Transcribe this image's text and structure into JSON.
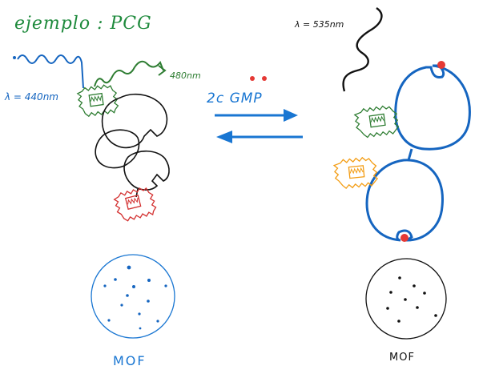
{
  "title": "ejemplo : PCG",
  "left_panel": {
    "excitation_label": "λ = 440nm",
    "emission_label": "480nm",
    "donor_color": "#2e7d32",
    "acceptor_color": "#d32f2f",
    "excitation_color": "#1565c0"
  },
  "arrows": {
    "label": "2c GMP",
    "color": "#1976d2",
    "dot_color": "#e53935"
  },
  "right_panel": {
    "emission_label": "λ = 535nm",
    "protein_color": "#1565c0",
    "green_fluorophore_color": "#2e7d32",
    "orange_fluorophore_color": "#f39c12",
    "ligand_color": "#e53935"
  },
  "mof_left": {
    "label": "MOF",
    "color": "#1976d2",
    "dot_color": "#1565c0"
  },
  "mof_right": {
    "label": "MOF",
    "color": "#000000",
    "dot_color": "#000000"
  }
}
